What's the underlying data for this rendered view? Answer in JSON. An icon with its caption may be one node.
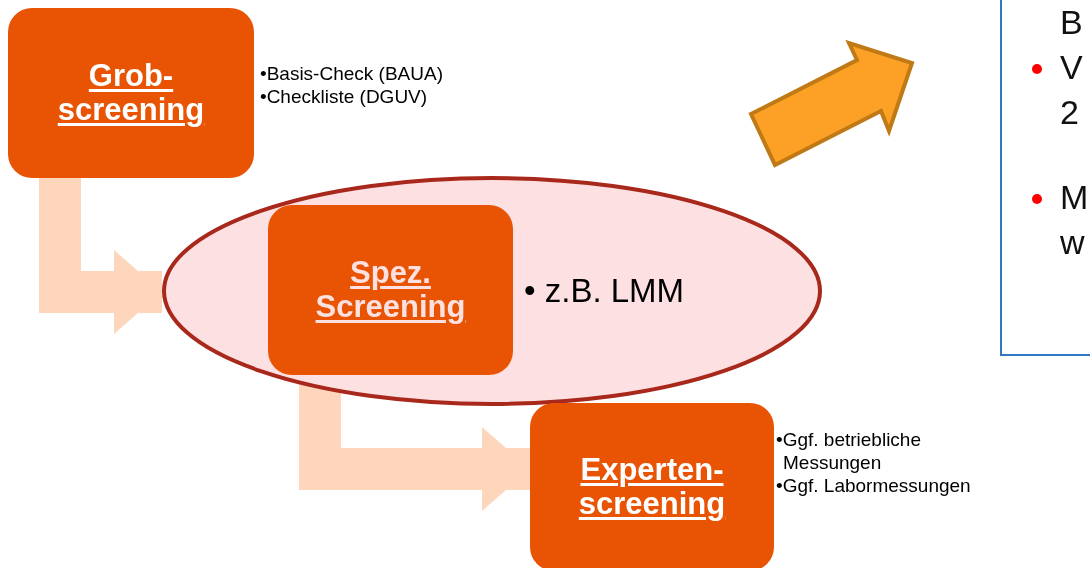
{
  "diagram": {
    "nodes": [
      {
        "text": [
          "Grob-screening"
        ],
        "beside": [
          "•Basis-Check (BAUA)",
          "•Checkliste (DGUV)"
        ]
      },
      {
        "text": [],
        "shape": "ellipse"
      },
      {
        "text": [
          "Spez. Screening"
        ],
        "in": 1,
        "beside": [
          "• z.B. LMM"
        ]
      },
      {
        "text": [
          "Experten-screening"
        ],
        "beside": [
          "•Ggf. betriebliche Messungen",
          "•Ggf. Labormessungen"
        ]
      },
      {
        "text": [
          "B",
          "V 2",
          "M w"
        ]
      }
    ],
    "edges": [
      {
        "from": 0,
        "to": 1,
        "arrow": "to"
      },
      {
        "from": 2,
        "to": 3,
        "arrow": "to"
      }
    ]
  }
}
